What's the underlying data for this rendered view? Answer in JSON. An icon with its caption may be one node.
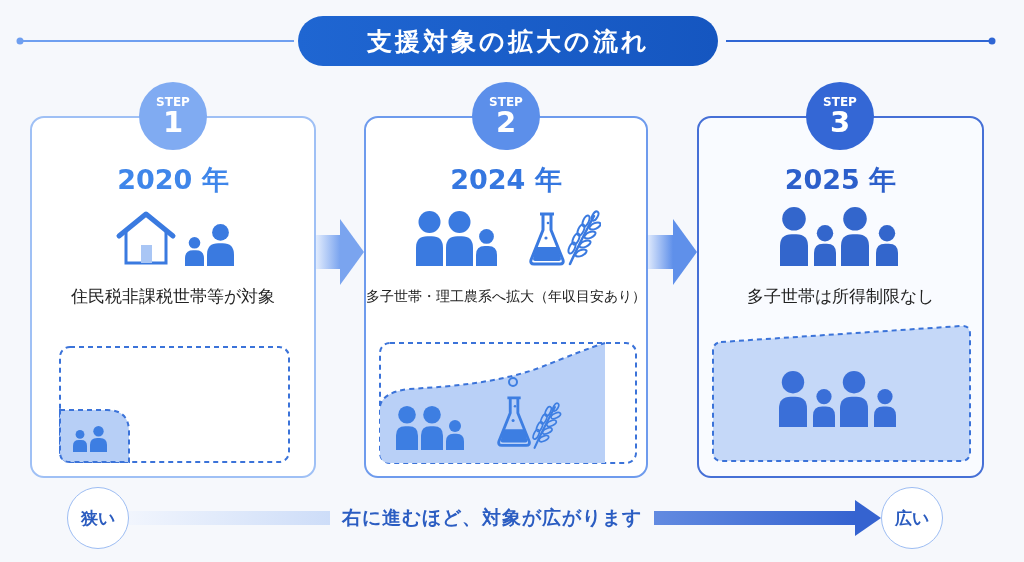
{
  "diagram": {
    "title": "支援対象の拡大の流れ",
    "nodes": [
      {
        "text": [
          "STEP",
          "1"
        ]
      },
      {
        "text": [
          "2020 年",
          "住民税非課税世帯等が対象"
        ]
      },
      {
        "text": [
          "STEP",
          "2"
        ]
      },
      {
        "text": [
          "2024 年",
          "多子世帯・理工農系へ拡大（年収目安あり）"
        ]
      },
      {
        "text": [
          "STEP",
          "3"
        ]
      },
      {
        "text": [
          "2025 年",
          "多子世帯は所得制限なし"
        ]
      },
      {
        "text": [
          "狭い"
        ]
      },
      {
        "text": [
          "広い"
        ]
      }
    ],
    "edges": [
      {
        "from": 1,
        "to": 3,
        "arrow": "to"
      },
      {
        "from": 3,
        "to": 5,
        "arrow": "to"
      },
      {
        "from": 6,
        "to": 7,
        "arrow": "to",
        "label": "右に進むほど、対象が広がります"
      }
    ]
  }
}
